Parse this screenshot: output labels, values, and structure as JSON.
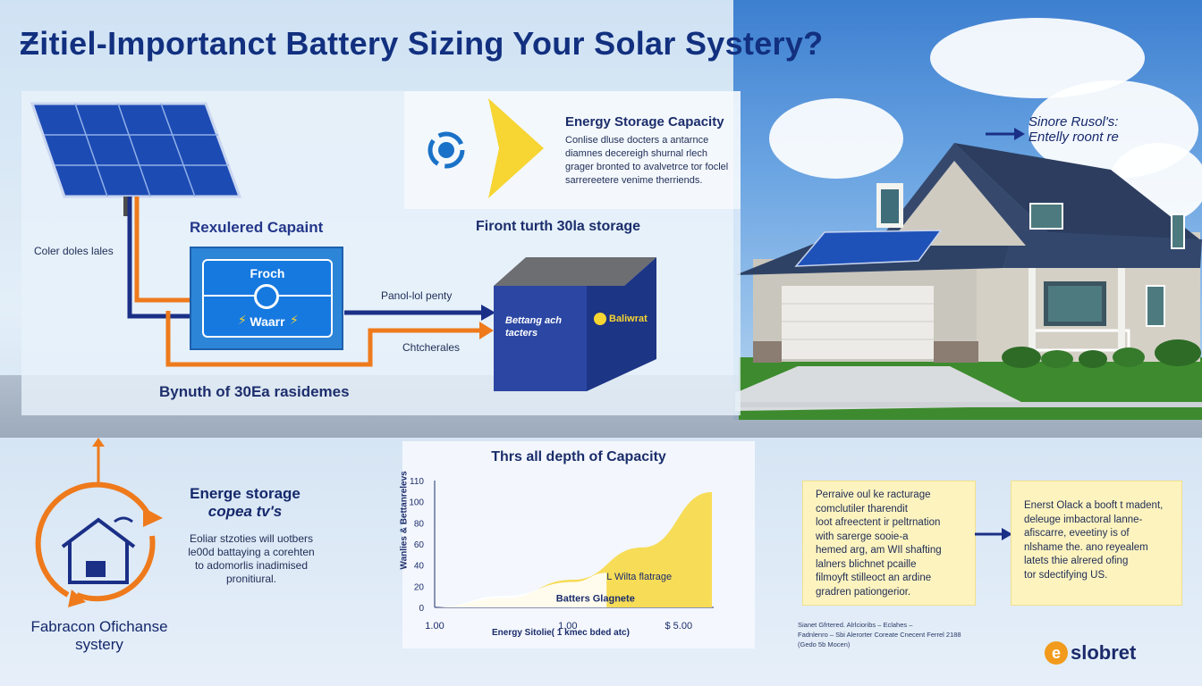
{
  "title": "Ƶitiel-Importanct Battery Sizing Your Solar Systery?",
  "top_left": {
    "side_label": "Coler doles lales",
    "panel_title": "Rexulered Capaint",
    "box_top": "Froch",
    "box_bottom": "Waarr",
    "caption": "Bynuth of 30Ea rasidemes"
  },
  "storage": {
    "heading": "Energy Storage Capacity",
    "lines": [
      "Conlise dluse docters a antarnce",
      "diamnes decereigh shurnal rlech",
      "grager bronted to avalvetrce tor foclel",
      "sarrereetere venime therriends."
    ],
    "subheading": "Firont turth 30la storage",
    "flow_top": "Panol-lol penty",
    "flow_bottom": "Chtcherales",
    "battery_label_1": "Bettang ach tacters",
    "battery_badge": "Baliwrat"
  },
  "house_callout": {
    "line1": "Sinore Rusol's:",
    "line2": "Entelly roont re"
  },
  "left_bottom": {
    "heading_1": "Energe storage",
    "heading_2": "copea tv's",
    "lines": [
      "Eoliar stzoties will uotbers",
      "le00d battaying a corehten",
      "to adomorlis inadimised",
      "pronitiural."
    ],
    "caption_1": "Fabracon Ofichanse",
    "caption_2": "systery"
  },
  "chart_data": {
    "type": "area",
    "title": "Thrs all depth of Capacity",
    "ylabel": "Wanlies & Bettanrelevs",
    "xlabel": "Energy Sitolie( 1 kmec bded atc)",
    "y_ticks": [
      "110",
      "100",
      "80",
      "60",
      "40",
      "20",
      "0"
    ],
    "x_ticks": [
      "1.00",
      "1.00",
      "$ 5.00"
    ],
    "ylim": [
      0,
      110
    ],
    "series": [
      {
        "name": "Batters Glagnete",
        "color": "#f7dc57",
        "x": [
          0,
          0.25,
          0.5,
          0.75,
          1.0
        ],
        "y": [
          0,
          8,
          24,
          52,
          100
        ]
      },
      {
        "name": "L Wilta flatrage",
        "color": "#ffffff",
        "x": [
          0,
          0.25,
          0.5,
          0.62
        ],
        "y": [
          0,
          10,
          22,
          30
        ]
      }
    ]
  },
  "card_1": {
    "lines": [
      "Perraive oul ke racturage",
      "comclutiler tharendit",
      "loot afreectent ir peltrnation",
      "with sarerge sooie-a",
      "hemed arg, am WIl shafting",
      "lalners blichnet pcaille",
      "filmoyft stilleoct an ardine",
      "gradren pationgerior."
    ]
  },
  "card_2": {
    "lines": [
      "Enerst Olack a booft t madent,",
      "deleuge imbactoral lanne-",
      "afiscarre, eveetiny is of",
      "nlshame the. ano reyealem",
      "latets thie alrered ofing",
      "tor sdectifying US."
    ]
  },
  "credits": {
    "line1": "Sianet Gfrtered. Alrlcioribs – Eclahes –",
    "line2": "Fadnlenro – Sbi Alerorter Coreate Cnecent Ferrel 2188",
    "line3": "(Gedo 5b Mocen)"
  },
  "brand": {
    "name": "slobret",
    "mark": "e",
    "accent": "#f29a1c"
  },
  "colors": {
    "navy": "#12307f",
    "orange": "#ee7a1c",
    "wire_blue": "#1a2f86",
    "yellow": "#f7d532"
  }
}
